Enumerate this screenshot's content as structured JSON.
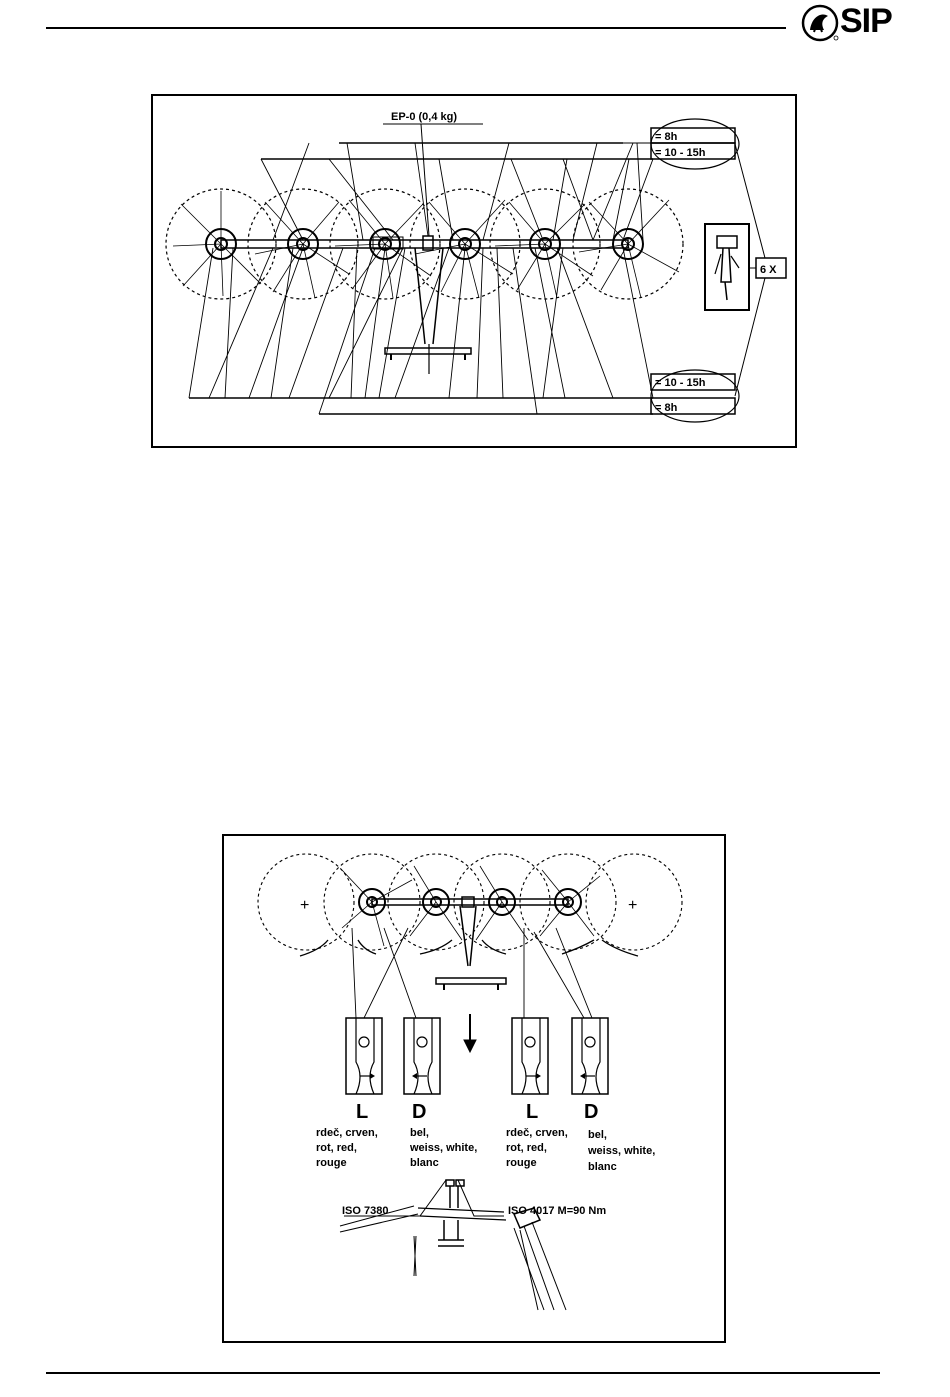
{
  "header": {
    "logo_text": "SIP"
  },
  "figure1": {
    "grease_label": "EP-0  (0,4 kg)",
    "interval_top_1": "= 8h",
    "interval_top_2": "= 10 - 15h",
    "interval_bottom_1": "= 10 - 15h",
    "interval_bottom_2": "= 8h",
    "count_label": "6 X"
  },
  "figure2": {
    "plus_left": "+",
    "plus_right": "+",
    "tine_groups": [
      {
        "letter": "L",
        "line1": "rdeč, crven,",
        "line2": "rot, red,",
        "line3": "rouge"
      },
      {
        "letter": "D",
        "line1": "bel,",
        "line2": "weiss, white,",
        "line3": "blanc"
      },
      {
        "letter": "L",
        "line1": "rdeč, crven,",
        "line2": "rot, red,",
        "line3": "rouge"
      },
      {
        "letter": "D",
        "line1": "bel,",
        "line2": "weiss, white,",
        "line3": "blanc"
      }
    ],
    "iso_left": "ISO 7380",
    "iso_right": "ISO 4017  M=90 Nm"
  }
}
